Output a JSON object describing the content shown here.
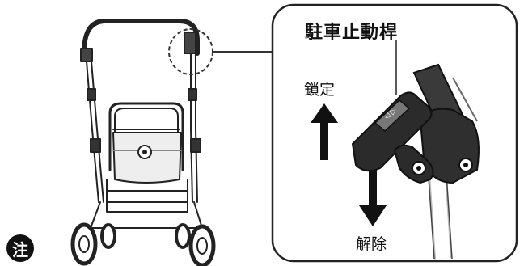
{
  "callout": {
    "title": "駐車止動桿",
    "lock_label": "鎖定",
    "release_label": "解除"
  },
  "note_badge": "注",
  "colors": {
    "ink": "#111111",
    "frame": "#222222",
    "seat_fill": "#eeeeee",
    "lever_fill": "#2b2b2b"
  }
}
